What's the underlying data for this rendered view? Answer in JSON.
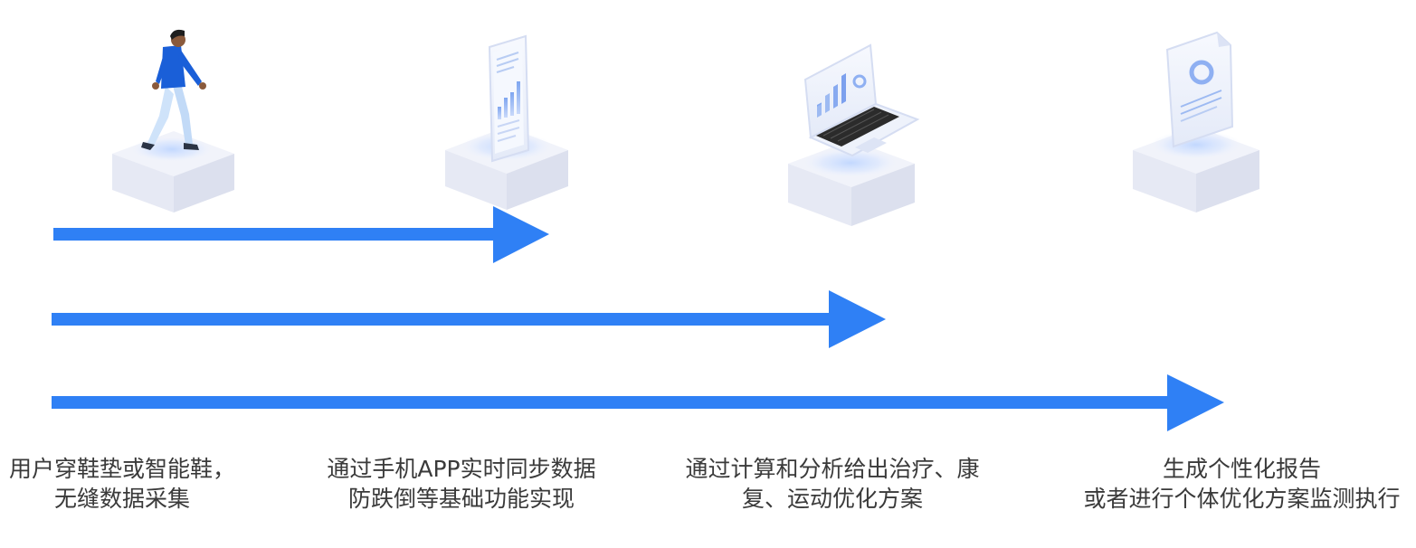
{
  "colors": {
    "arrow": "#2F80F5",
    "platform_light": "#F0F2F9",
    "platform_left": "#E6E9F4",
    "platform_right": "#DDE1EF",
    "glow": "#CFE0FF",
    "device": "#EEF2FC",
    "device_accent": "#8FB0F2",
    "person_jacket": "#1A5FD8",
    "person_pants": "#CFE3FA",
    "keyboard": "#2B2B2B",
    "text": "#3A3A3A"
  },
  "steps": [
    {
      "icon": "walking-person-icon",
      "lines": [
        "用户穿鞋垫或智能鞋，",
        "无缝数据采集"
      ]
    },
    {
      "icon": "smartphone-chart-icon",
      "lines": [
        "通过手机APP实时同步数据",
        "防跌倒等基础功能实现"
      ]
    },
    {
      "icon": "laptop-chart-icon",
      "lines": [
        "通过计算和分析给出治疗、康",
        "复、运动优化方案"
      ]
    },
    {
      "icon": "report-document-icon",
      "lines": [
        "生成个性化报告",
        "或者进行个体优化方案监测执行"
      ]
    }
  ],
  "arrows": [
    {
      "from_step": 1,
      "to_step": 2
    },
    {
      "from_step": 1,
      "to_step": 3
    },
    {
      "from_step": 1,
      "to_step": 4
    }
  ]
}
